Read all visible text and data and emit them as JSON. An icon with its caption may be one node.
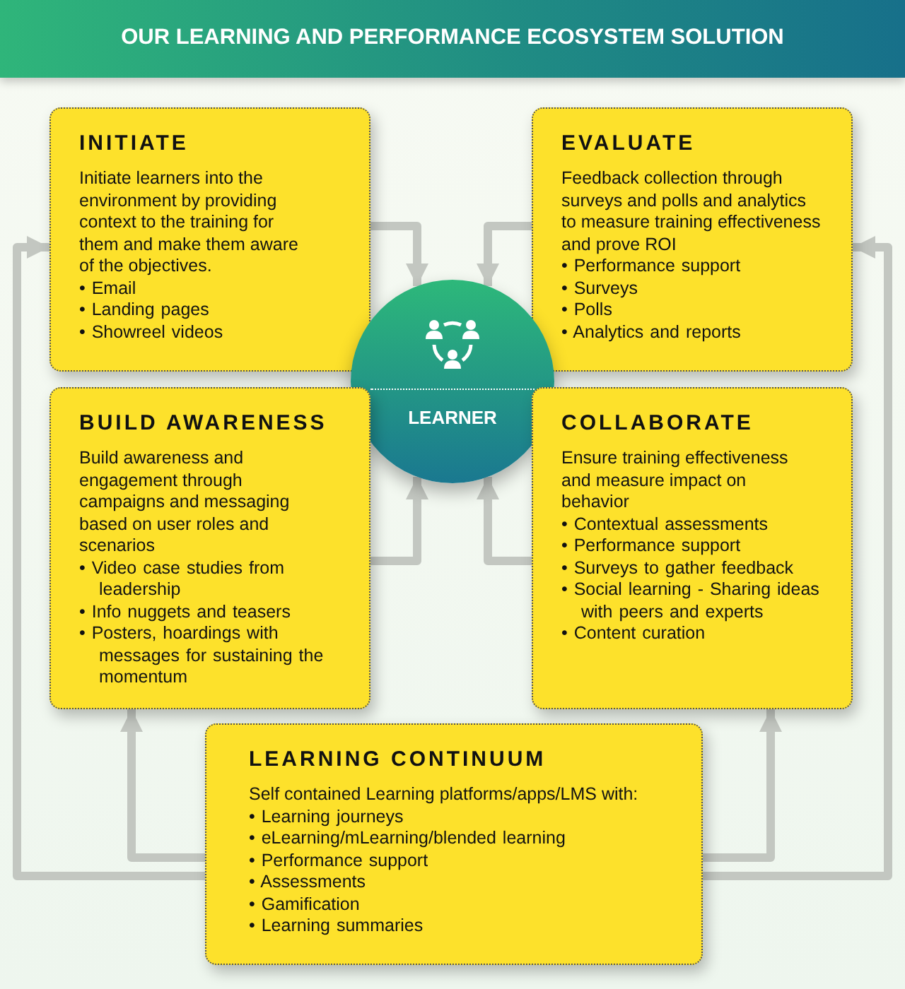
{
  "diagram": {
    "title": "OUR LEARNING AND PERFORMANCE ECOSYSTEM SOLUTION",
    "nodes": [
      {
        "text": [
          "INITIATE",
          "Initiate learners into the environment by providing context to the training for them and make them aware of the objectives.",
          "• Email",
          "• Landing pages",
          "• Showreel videos"
        ]
      },
      {
        "text": [
          "EVALUATE",
          "Feedback collection through surveys and polls and analytics to measure training effectiveness and prove ROI",
          "• Performance support",
          "• Surveys",
          "• Polls",
          "• Analytics and reports"
        ]
      },
      {
        "text": [
          "LEARNER"
        ]
      },
      {
        "text": [
          "BUILD AWARENESS",
          "Build awareness and engagement through campaigns and messaging based on user roles and scenarios",
          "• Video case studies from leadership",
          "• Info nuggets and teasers",
          "• Posters, hoardings with messages for sustaining the momentum"
        ]
      },
      {
        "text": [
          "COLLABORATE",
          "Ensure training effectiveness and measure impact on behavior",
          "• Contextual assessments",
          "• Performance support",
          "• Surveys to gather feedback",
          "• Social learning - Sharing ideas with peers and experts",
          "• Content curation"
        ]
      },
      {
        "text": [
          "LEARNING CONTINUUM",
          "Self contained Learning platforms/apps/LMS with:",
          "• Learning journeys",
          "• eLearning/mLearning/blended learning",
          "• Performance support",
          "• Assessments",
          "• Gamification",
          "• Learning summaries"
        ]
      }
    ],
    "edges": [
      {
        "from": 0,
        "to": 2,
        "arrow": "to"
      },
      {
        "from": 1,
        "to": 2,
        "arrow": "to"
      },
      {
        "from": 3,
        "to": 2,
        "arrow": "to"
      },
      {
        "from": 4,
        "to": 2,
        "arrow": "to"
      },
      {
        "from": 5,
        "to": 3,
        "arrow": "to"
      },
      {
        "from": 5,
        "to": 4,
        "arrow": "to"
      },
      {
        "from": 5,
        "to": 0,
        "arrow": "to"
      },
      {
        "from": 5,
        "to": 1,
        "arrow": "to"
      }
    ]
  }
}
